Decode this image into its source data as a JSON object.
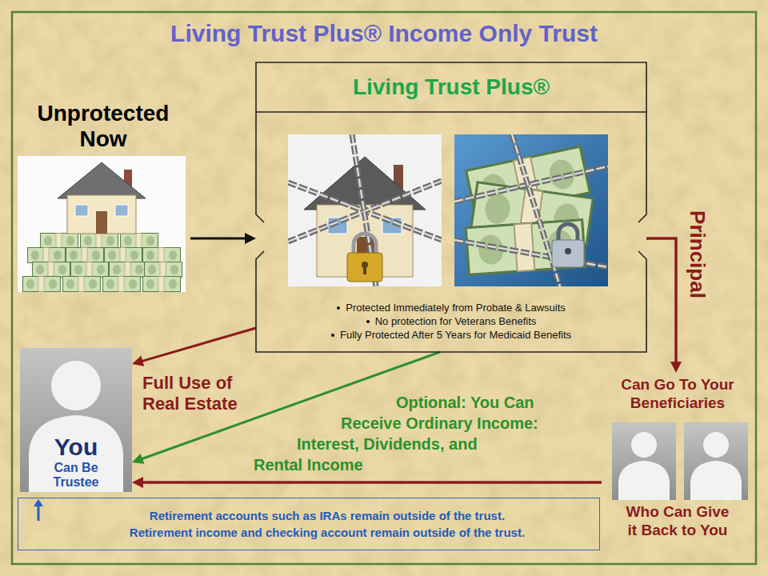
{
  "diagram": {
    "title": "Living Trust Plus® Income Only Trust",
    "nodes": [
      {
        "text": [
          "Living Trust Plus®",
          "Protected Immediately from Probate & Lawsuits",
          "No protection for Veterans Benefits",
          "Fully Protected After 5 Years for Medicaid Benefits"
        ]
      },
      {
        "text": [
          "Unprotected Now"
        ]
      },
      {
        "text": [
          "You",
          "Can Be Trustee"
        ]
      },
      {
        "text": [
          "Can Go To Your Beneficiaries",
          "Who Can Give it Back to You"
        ]
      },
      {
        "text": [
          "Retirement accounts such as IRAs remain outside of the trust.",
          "Retirement income and checking account remain outside of the trust."
        ]
      }
    ],
    "edges": [
      {
        "from": 1,
        "to": 0,
        "arrow": "to"
      },
      {
        "from": 0,
        "to": 3,
        "label": "Principal",
        "arrow": "to"
      },
      {
        "from": 0,
        "to": 2,
        "label": "Full Use of Real Estate",
        "arrow": "to"
      },
      {
        "from": 0,
        "to": 2,
        "label": "Optional: You Can Receive Ordinary Income: Interest, Dividends, and Rental Income",
        "arrow": "to"
      },
      {
        "from": 3,
        "to": 2,
        "arrow": "to"
      }
    ]
  }
}
